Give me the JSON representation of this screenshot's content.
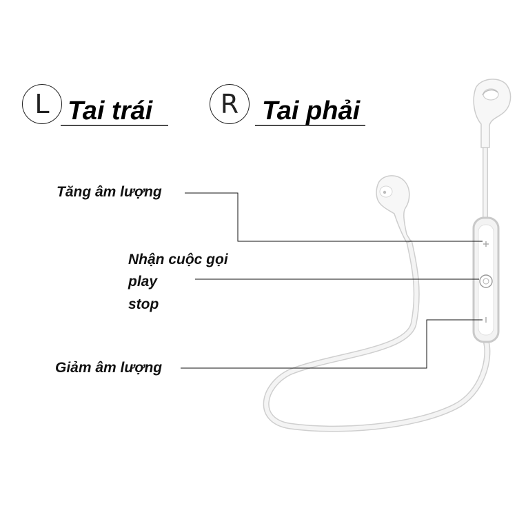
{
  "left": {
    "badge": "L",
    "label": "Tai trái"
  },
  "right": {
    "badge": "R",
    "label": "Tai phải"
  },
  "callouts": {
    "volume_up": "Tăng âm lượng",
    "answer_lines": [
      "Nhận cuộc gọi",
      "play",
      "stop"
    ],
    "volume_down": "Giảm âm lượng"
  },
  "remote_buttons": {
    "plus_icon": "plus-icon",
    "center_icon": "circle-button-icon",
    "minus_icon": "minus-icon"
  },
  "colors": {
    "ink": "#111111",
    "cable": "#ececec",
    "cable_edge": "#c8c8c8",
    "remote_frame": "#c9c9c9"
  }
}
